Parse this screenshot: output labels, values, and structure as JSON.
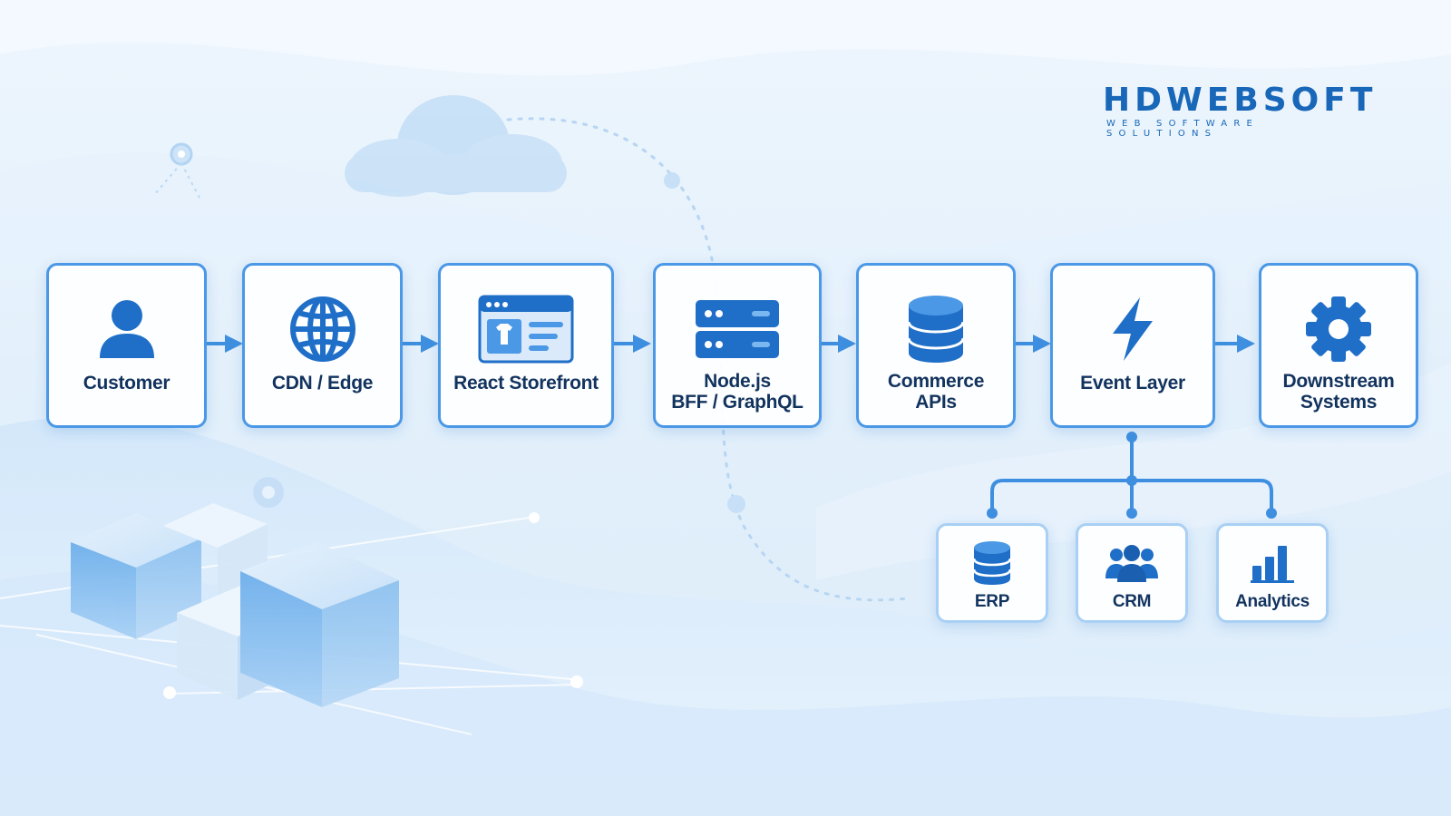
{
  "logo": {
    "name": "HDWEBSOFT",
    "tagline": "WEB SOFTWARE SOLUTIONS"
  },
  "colors": {
    "primary": "#1f6fc8",
    "border": "#4a98e6",
    "label": "#12335e",
    "connector": "#3f8fe0"
  },
  "pipeline": [
    {
      "label": "Customer",
      "icon": "user-icon"
    },
    {
      "label": "CDN / Edge",
      "icon": "globe-icon"
    },
    {
      "label": "React Storefront",
      "icon": "browser-window-icon"
    },
    {
      "label": "Node.js\nBFF / GraphQL",
      "icon": "server-icon"
    },
    {
      "label": "Commerce\nAPIs",
      "icon": "database-icon"
    },
    {
      "label": "Event Layer",
      "icon": "lightning-icon"
    },
    {
      "label": "Downstream\nSystems",
      "icon": "gear-icon"
    }
  ],
  "subsystems": [
    {
      "label": "ERP",
      "icon": "database-icon"
    },
    {
      "label": "CRM",
      "icon": "users-icon"
    },
    {
      "label": "Analytics",
      "icon": "bar-chart-icon"
    }
  ]
}
